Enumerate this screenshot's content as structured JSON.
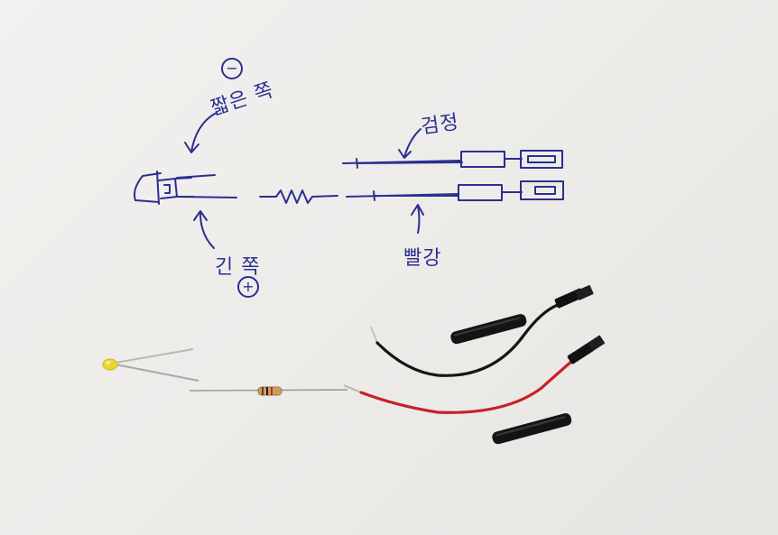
{
  "labels": {
    "short_side": "짧은 쪽",
    "long_side": "긴 쪽",
    "black": "검정",
    "red": "빨강",
    "minus": "−",
    "plus": "+"
  },
  "colors": {
    "ink": "#2b2f8f",
    "paper": "#efeeec",
    "black_wire": "#151515",
    "red_wire": "#c8202a",
    "led_yellow": "#e8d832",
    "resistor_body": "#c9a06a"
  }
}
